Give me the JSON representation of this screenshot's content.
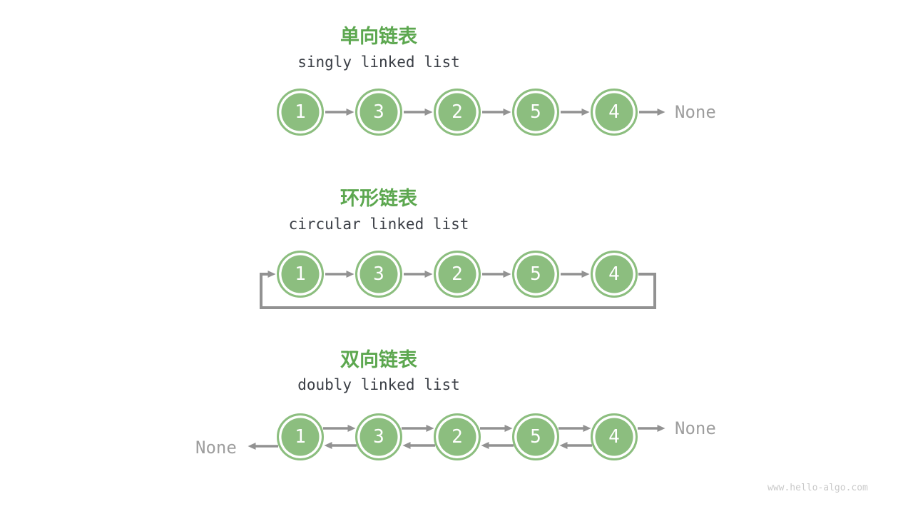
{
  "colors": {
    "node_green": "#8cbe7f",
    "title_green": "#5ca74f",
    "subtitle_dark": "#3a3e45",
    "arrow_gray": "#929292",
    "none_gray": "#9e9e9e",
    "watermark_gray": "#c9c9c9",
    "node_value_white": "#ffffff"
  },
  "sections": [
    {
      "id": "singly",
      "title_zh": "单向链表",
      "title_en": "singly linked list",
      "nodes": [
        "1",
        "3",
        "2",
        "5",
        "4"
      ],
      "tail_label": "None"
    },
    {
      "id": "circular",
      "title_zh": "环形链表",
      "title_en": "circular linked list",
      "nodes": [
        "1",
        "3",
        "2",
        "5",
        "4"
      ]
    },
    {
      "id": "doubly",
      "title_zh": "双向链表",
      "title_en": "doubly linked list",
      "nodes": [
        "1",
        "3",
        "2",
        "5",
        "4"
      ],
      "head_label": "None",
      "tail_label": "None"
    }
  ],
  "watermark": "www.hello-algo.com"
}
